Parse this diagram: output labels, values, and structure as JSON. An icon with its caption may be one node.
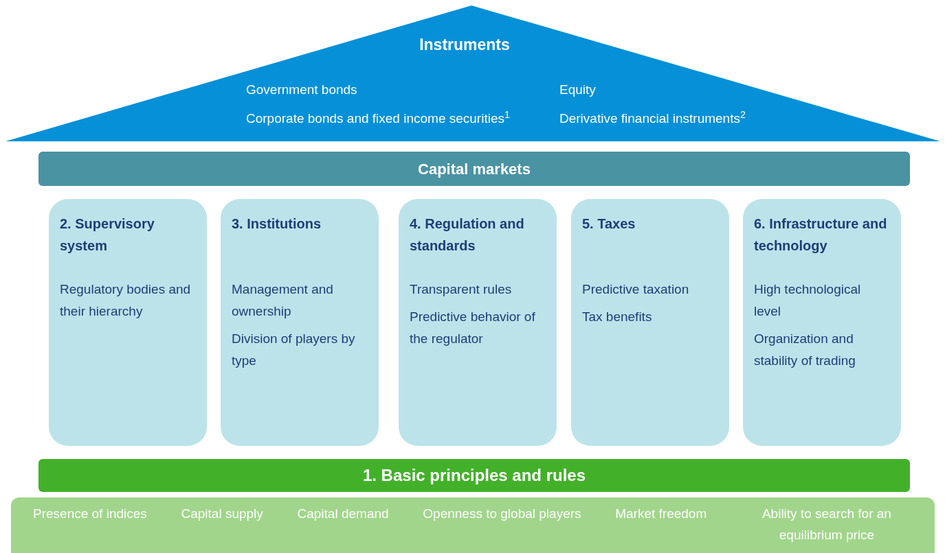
{
  "diagram": {
    "nodes": [
      {
        "text": [
          "Instruments",
          "Government bonds",
          "Equity",
          "Corporate bonds and fixed income securities$^{1}$",
          "Derivative financial instruments$^{2}$"
        ]
      },
      {
        "text": [
          "Capital markets"
        ]
      },
      {
        "text": [
          "2. Supervisory system",
          "Regulatory bodies and their hierarchy"
        ]
      },
      {
        "text": [
          "3. Institutions",
          "Management and ownership",
          "Division of players by type"
        ]
      },
      {
        "text": [
          "4. Regulation and standards",
          "Transparent rules",
          "Predictive behavior of the regulator"
        ]
      },
      {
        "text": [
          "5. Taxes",
          "Predictive taxation",
          "Tax benefits"
        ]
      },
      {
        "text": [
          "6. Infrastructure and technology",
          "High technological level",
          "Organization and stability of trading"
        ]
      },
      {
        "text": [
          "1. Basic principles and rules"
        ]
      },
      {
        "text": [
          "Presence of indices",
          "Capital supply",
          "Capital demand",
          "Openness to global players",
          "Market freedom",
          "Ability to search for an equilibrium price"
        ]
      }
    ],
    "edges": []
  }
}
